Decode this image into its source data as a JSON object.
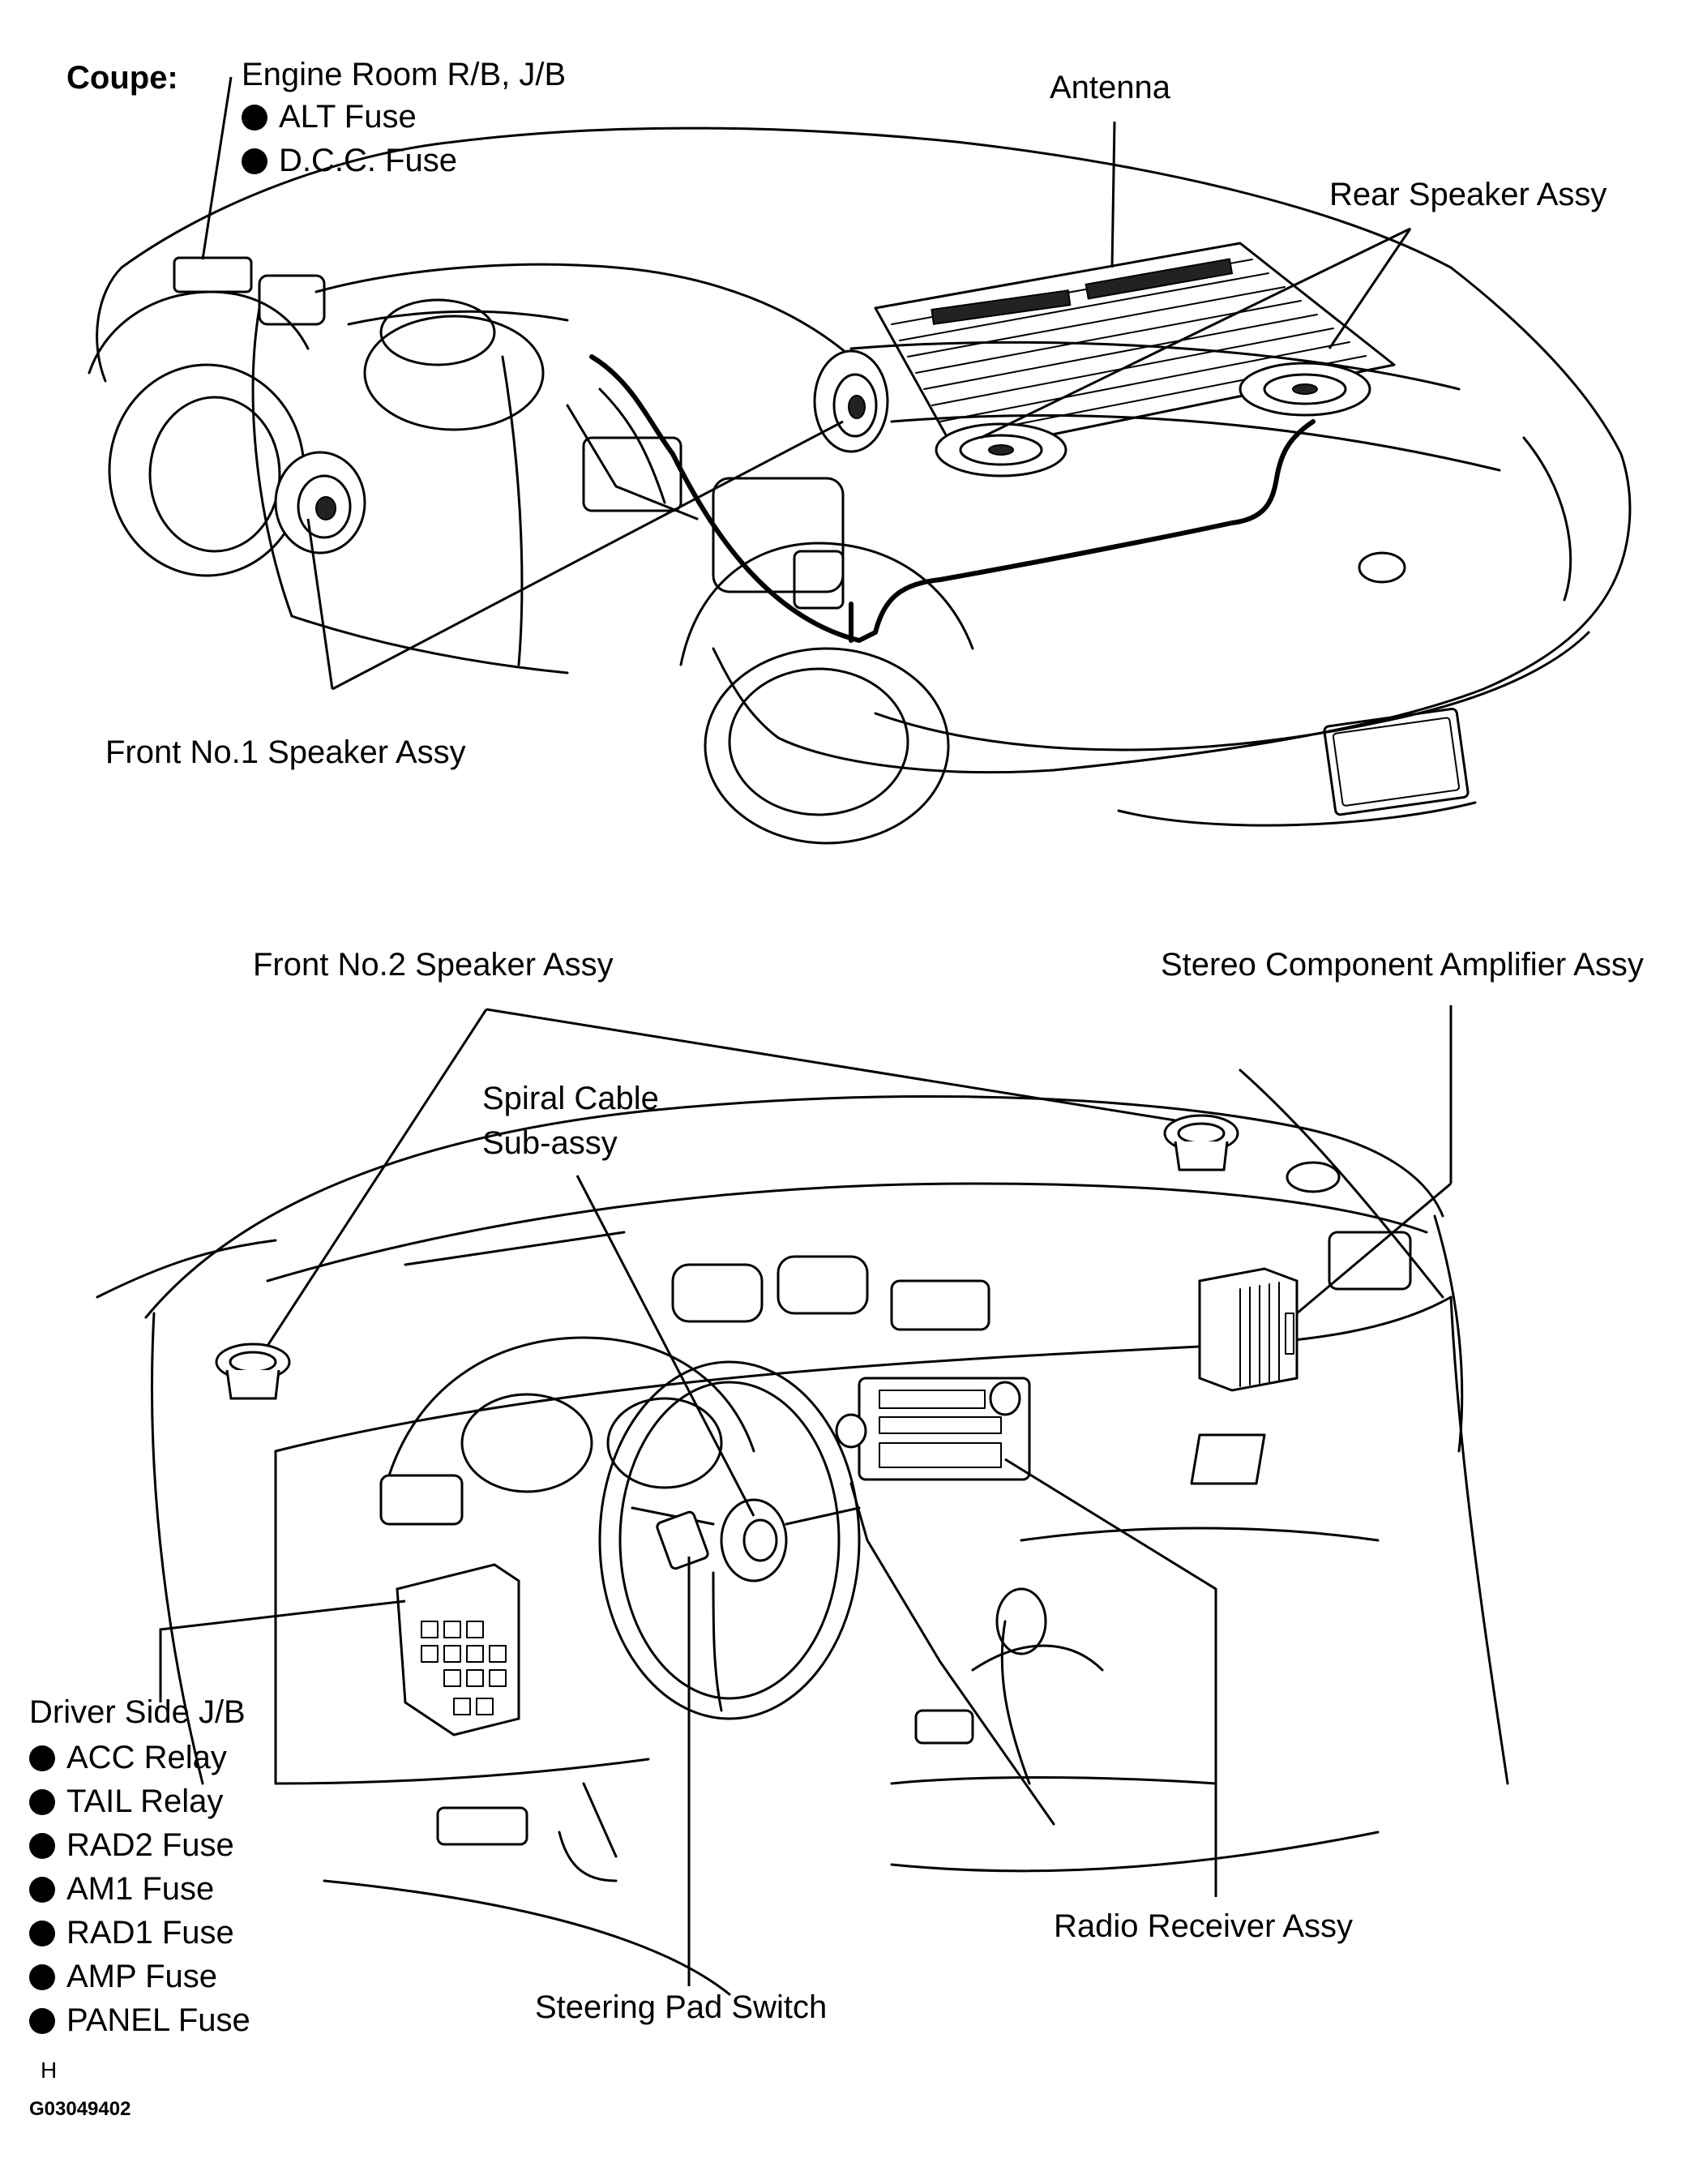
{
  "labels": {
    "coupe": "Coupe:",
    "engine_room": "Engine Room R/B, J/B",
    "engine_room_items": [
      "ALT Fuse",
      "D.C.C. Fuse"
    ],
    "antenna": "Antenna",
    "rear_speaker": "Rear Speaker Assy",
    "front_no1_speaker": "Front No.1 Speaker Assy",
    "front_no2_speaker": "Front No.2 Speaker Assy",
    "stereo_amplifier": "Stereo Component Amplifier Assy",
    "spiral_cable_line1": "Spiral Cable",
    "spiral_cable_line2": "Sub-assy",
    "driver_side_jb": "Driver Side J/B",
    "driver_side_items": [
      "ACC Relay",
      "TAIL Relay",
      "RAD2 Fuse",
      "AM1 Fuse",
      "RAD1 Fuse",
      "AMP Fuse",
      "PANEL Fuse"
    ],
    "radio_receiver": "Radio Receiver Assy",
    "steering_pad_switch": "Steering Pad Switch",
    "footer_letter": "H",
    "footer_code": "G03049402"
  }
}
